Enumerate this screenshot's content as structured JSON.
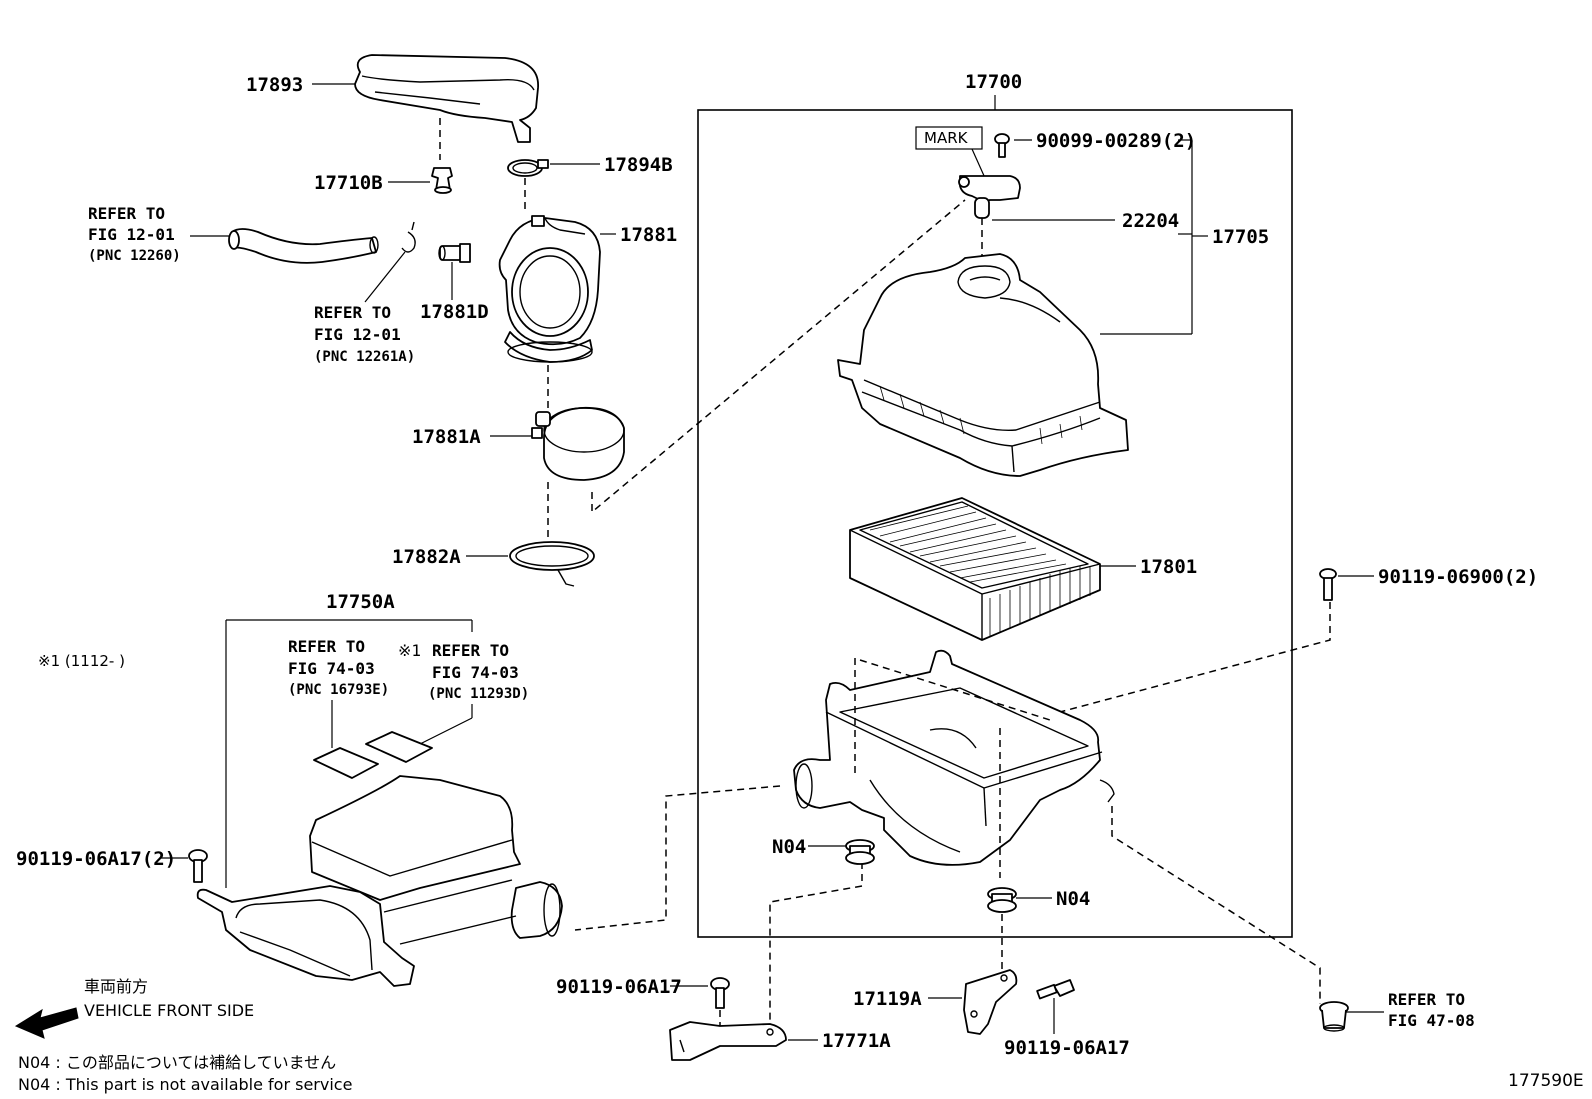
{
  "figure_number": "177590E",
  "assembly": "17700",
  "labels": {
    "p17893": "17893",
    "p17710B": "17710B",
    "p17894B": "17894B",
    "p17881": "17881",
    "p17881D": "17881D",
    "p17881A": "17881A",
    "p17882A": "17882A",
    "p17750A": "17750A",
    "p17700": "17700",
    "p90099": "90099-00289(2)",
    "p22204": "22204",
    "p17705": "17705",
    "p17801": "17801",
    "p90119_06900": "90119-06900(2)",
    "n04_a": "N04",
    "n04_b": "N04",
    "p90119_06A17_2": "90119-06A17(2)",
    "p90119_06A17_a": "90119-06A17",
    "p90119_06A17_b": "90119-06A17",
    "p17771A": "17771A",
    "p17119A": "17119A",
    "mark": "MARK"
  },
  "references": {
    "ref1": {
      "title": "REFER TO",
      "fig": "FIG 12-01",
      "pnc": "(PNC 12260)"
    },
    "ref2": {
      "title": "REFER TO",
      "fig": "FIG 12-01",
      "pnc": "(PNC 12261A)"
    },
    "ref3": {
      "title": "REFER TO",
      "fig": "FIG 74-03",
      "pnc": "(PNC 16793E)"
    },
    "ref4": {
      "prefix": "※1",
      "title": "REFER TO",
      "fig": "FIG 74-03",
      "pnc": "(PNC 11293D)"
    },
    "ref5": {
      "title": "REFER TO",
      "fig": "FIG 47-08"
    }
  },
  "notes": {
    "star_note": "※1 (1112-        )",
    "front_jp": "車両前方",
    "front_en": "VEHICLE FRONT SIDE",
    "n04_jp": "N04 : この部品については補給していません",
    "n04_en": "N04 : This part is not available for service"
  }
}
